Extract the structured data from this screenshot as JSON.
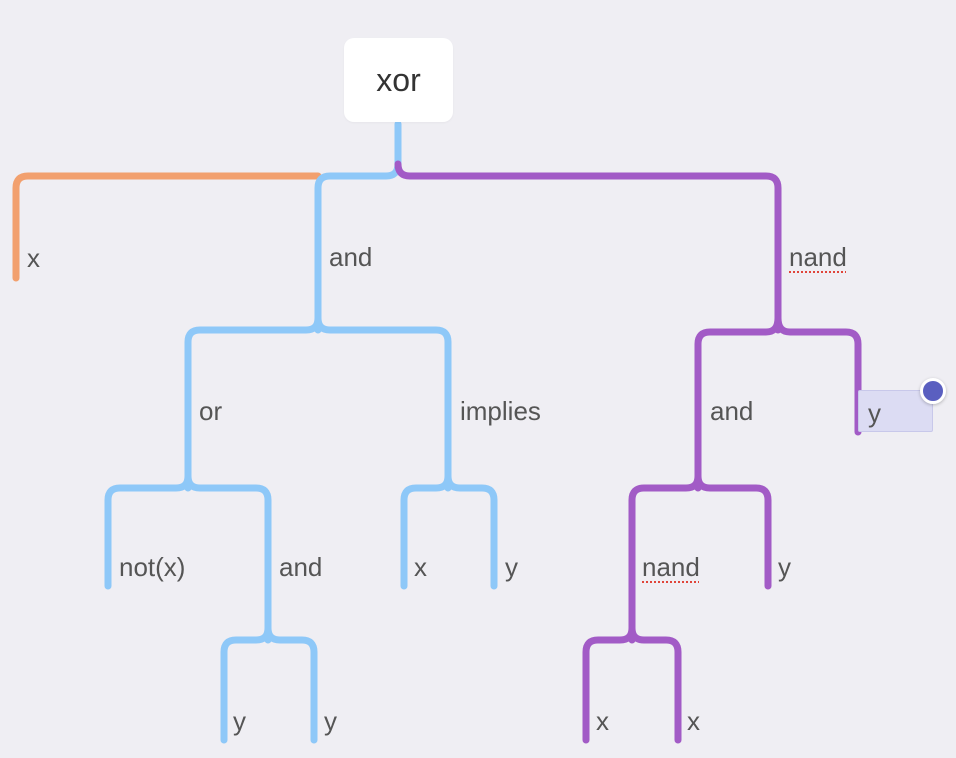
{
  "colors": {
    "orange": "#f2a06e",
    "blue": "#8ec8f8",
    "purple": "#a25bc6",
    "selection": "#dcdcf3",
    "handle": "#5a5fc0"
  },
  "tree": {
    "root": "xor",
    "x_left": "x",
    "and_main": "and",
    "or": "or",
    "not_x": "not(x)",
    "and_inner": "and",
    "and_inner_y1": "y",
    "and_inner_y2": "y",
    "implies": "implies",
    "implies_x": "x",
    "implies_y": "y",
    "nand_main": "nand",
    "and_right": "and",
    "y_selected": "y",
    "nand_inner": "nand",
    "and_right_y": "y",
    "nand_inner_x1": "x",
    "nand_inner_x2": "x"
  }
}
